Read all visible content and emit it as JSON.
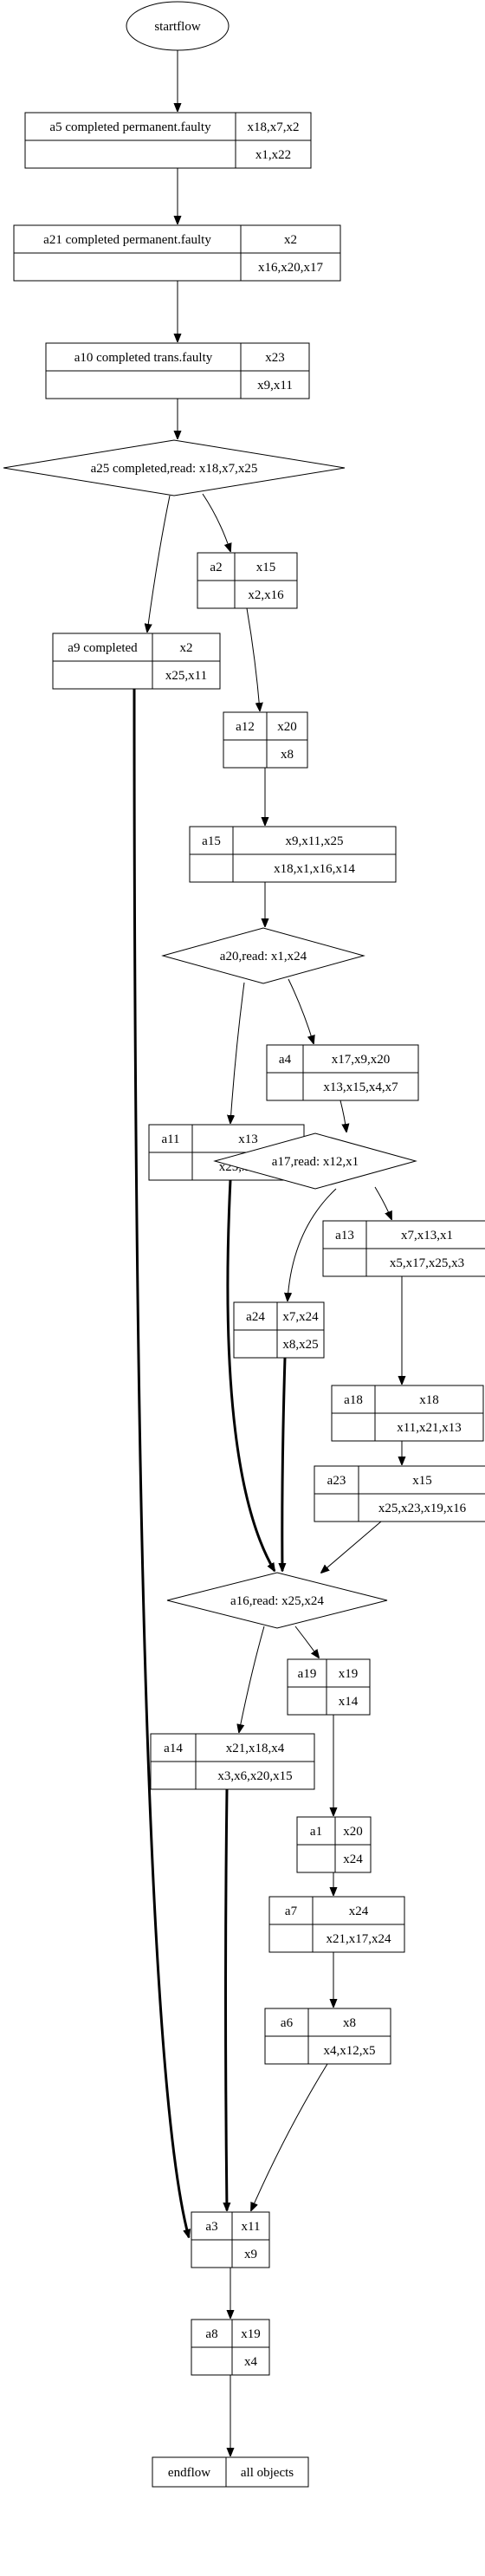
{
  "start": {
    "label": "startflow"
  },
  "end": {
    "label": "endflow",
    "objects": "all objects"
  },
  "nodes": [
    {
      "id": "a5",
      "label": "a5 completed permanent.faulty",
      "out": "x18,x7,x2",
      "in": "x1,x22"
    },
    {
      "id": "a21",
      "label": "a21 completed permanent.faulty",
      "out": "x2",
      "in": "x16,x20,x17"
    },
    {
      "id": "a10",
      "label": "a10 completed trans.faulty",
      "out": "x23",
      "in": "x9,x11"
    },
    {
      "id": "a2",
      "label": "a2",
      "out": "x15",
      "in": "x2,x16"
    },
    {
      "id": "a9",
      "label": "a9 completed",
      "out": "x2",
      "in": "x25,x11"
    },
    {
      "id": "a12",
      "label": "a12",
      "out": "x20",
      "in": "x8"
    },
    {
      "id": "a15",
      "label": "a15",
      "out": "x9,x11,x25",
      "in": "x18,x1,x16,x14"
    },
    {
      "id": "a4",
      "label": "a4",
      "out": "x17,x9,x20",
      "in": "x13,x15,x4,x7"
    },
    {
      "id": "a11",
      "label": "a11",
      "out": "x13",
      "in": "x25,x7,x17"
    },
    {
      "id": "a13",
      "label": "a13",
      "out": "x7,x13,x1",
      "in": "x5,x17,x25,x3"
    },
    {
      "id": "a24",
      "label": "a24",
      "out": "x7,x24",
      "in": "x8,x25"
    },
    {
      "id": "a18",
      "label": "a18",
      "out": "x18",
      "in": "x11,x21,x13"
    },
    {
      "id": "a23",
      "label": "a23",
      "out": "x15",
      "in": "x25,x23,x19,x16"
    },
    {
      "id": "a19",
      "label": "a19",
      "out": "x19",
      "in": "x14"
    },
    {
      "id": "a14",
      "label": "a14",
      "out": "x21,x18,x4",
      "in": "x3,x6,x20,x15"
    },
    {
      "id": "a1",
      "label": "a1",
      "out": "x20",
      "in": "x24"
    },
    {
      "id": "a7",
      "label": "a7",
      "out": "x24",
      "in": "x21,x17,x24"
    },
    {
      "id": "a6",
      "label": "a6",
      "out": "x8",
      "in": "x4,x12,x5"
    },
    {
      "id": "a3",
      "label": "a3",
      "out": "x11",
      "in": "x9"
    },
    {
      "id": "a8",
      "label": "a8",
      "out": "x19",
      "in": "x4"
    }
  ],
  "decisions": [
    {
      "id": "d25",
      "label": "a25 completed,read: x18,x7,x25"
    },
    {
      "id": "d20",
      "label": "a20,read: x1,x24"
    },
    {
      "id": "d17",
      "label": "a17,read: x12,x1"
    },
    {
      "id": "d16",
      "label": "a16,read: x25,x24"
    }
  ],
  "edges": [
    {
      "from": "start",
      "to": "a5"
    },
    {
      "from": "a5",
      "to": "a21"
    },
    {
      "from": "a21",
      "to": "a10"
    },
    {
      "from": "a10",
      "to": "d25"
    },
    {
      "from": "d25",
      "to": "a2"
    },
    {
      "from": "d25",
      "to": "a9"
    },
    {
      "from": "a2",
      "to": "a12"
    },
    {
      "from": "a12",
      "to": "a15"
    },
    {
      "from": "a15",
      "to": "d20"
    },
    {
      "from": "d20",
      "to": "a4"
    },
    {
      "from": "d20",
      "to": "a11"
    },
    {
      "from": "a4",
      "to": "d17"
    },
    {
      "from": "d17",
      "to": "a13"
    },
    {
      "from": "d17",
      "to": "a24"
    },
    {
      "from": "a13",
      "to": "a18"
    },
    {
      "from": "a18",
      "to": "a23"
    },
    {
      "from": "a23",
      "to": "d16"
    },
    {
      "from": "a11",
      "to": "d16",
      "bold": true
    },
    {
      "from": "a24",
      "to": "d16",
      "bold": true
    },
    {
      "from": "d16",
      "to": "a19"
    },
    {
      "from": "d16",
      "to": "a14"
    },
    {
      "from": "a19",
      "to": "a1"
    },
    {
      "from": "a1",
      "to": "a7"
    },
    {
      "from": "a7",
      "to": "a6"
    },
    {
      "from": "a6",
      "to": "a3"
    },
    {
      "from": "a14",
      "to": "a3",
      "bold": true
    },
    {
      "from": "a9",
      "to": "a3",
      "bold": true
    },
    {
      "from": "a3",
      "to": "a8"
    },
    {
      "from": "a8",
      "to": "end"
    }
  ]
}
